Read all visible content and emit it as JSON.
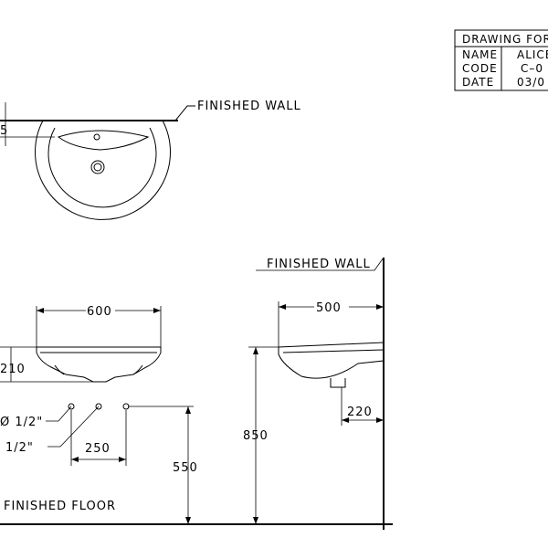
{
  "title_block": {
    "header": "DRAWING FOR",
    "rows": [
      {
        "label": "NAME",
        "value": "ALICE"
      },
      {
        "label": "CODE",
        "value": "C–0"
      },
      {
        "label": "DATE",
        "value": "03/0"
      }
    ]
  },
  "plan_view": {
    "wall_label": "FINISHED WALL",
    "offset_dim": "5"
  },
  "front_view": {
    "width_dim": "600",
    "height_dim": "210",
    "supply_label": "Ø 1/2\"",
    "waste_label": "1/2\"",
    "spacing_dim": "250",
    "supply_height_dim": "550",
    "floor_label": "FINISHED FLOOR"
  },
  "side_view": {
    "wall_label": "FINISHED WALL",
    "depth_dim": "500",
    "drain_offset_dim": "220",
    "rim_height_dim": "850"
  }
}
